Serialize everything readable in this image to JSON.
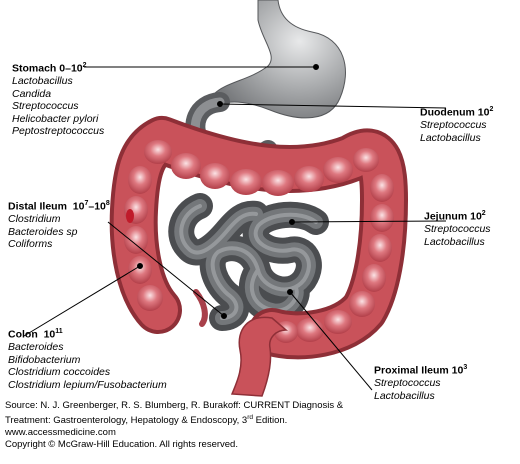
{
  "labels": {
    "stomach": {
      "name": "Stomach",
      "count_base": "0–10",
      "count_exp": "2",
      "organisms": [
        "Lactobacillus",
        "Candida",
        "Streptococcus",
        "Helicobacter pylori",
        "Peptostreptococcus"
      ]
    },
    "duodenum": {
      "name": "Duodenum",
      "count_base": "10",
      "count_exp": "2",
      "organisms": [
        "Streptococcus",
        "Lactobacillus"
      ]
    },
    "distal_ileum": {
      "name": "Distal Ileum",
      "count_a_base": "10",
      "count_a_exp": "7",
      "count_sep": "–",
      "count_b_base": "10",
      "count_b_exp": "8",
      "organisms": [
        "Clostridium",
        "Bacteroides sp",
        "Coliforms"
      ]
    },
    "jejunum": {
      "name": "Jejunum",
      "count_base": "10",
      "count_exp": "2",
      "organisms": [
        "Streptococcus",
        "Lactobacillus"
      ]
    },
    "colon": {
      "name": "Colon",
      "count_base": "10",
      "count_exp": "11",
      "organisms": [
        "Bacteroides",
        "Bifidobacterium",
        "Clostridium coccoides",
        "Clostridium lepium/Fusobacterium"
      ]
    },
    "proximal_ileum": {
      "name": "Proximal Ileum",
      "count_base": "10",
      "count_exp": "3",
      "organisms": [
        "Streptococcus",
        "Lactobacillus"
      ]
    }
  },
  "source": {
    "line1": "Source: N. J. Greenberger, R. S. Blumberg, R. Burakoff: CURRENT Diagnosis &",
    "line2_pre": "Treatment: Gastroenterology, Hepatology & Endoscopy, 3",
    "line2_sup": "rd",
    "line2_post": " Edition.",
    "line3": "www.accessmedicine.com",
    "line4": "Copyright © McGraw-Hill Education.  All rights reserved."
  },
  "colors": {
    "colon": "#c9525a",
    "colon_dark": "#8e2f37",
    "small_bowel": "#5e6063",
    "stomach": "#8a8c8f"
  }
}
